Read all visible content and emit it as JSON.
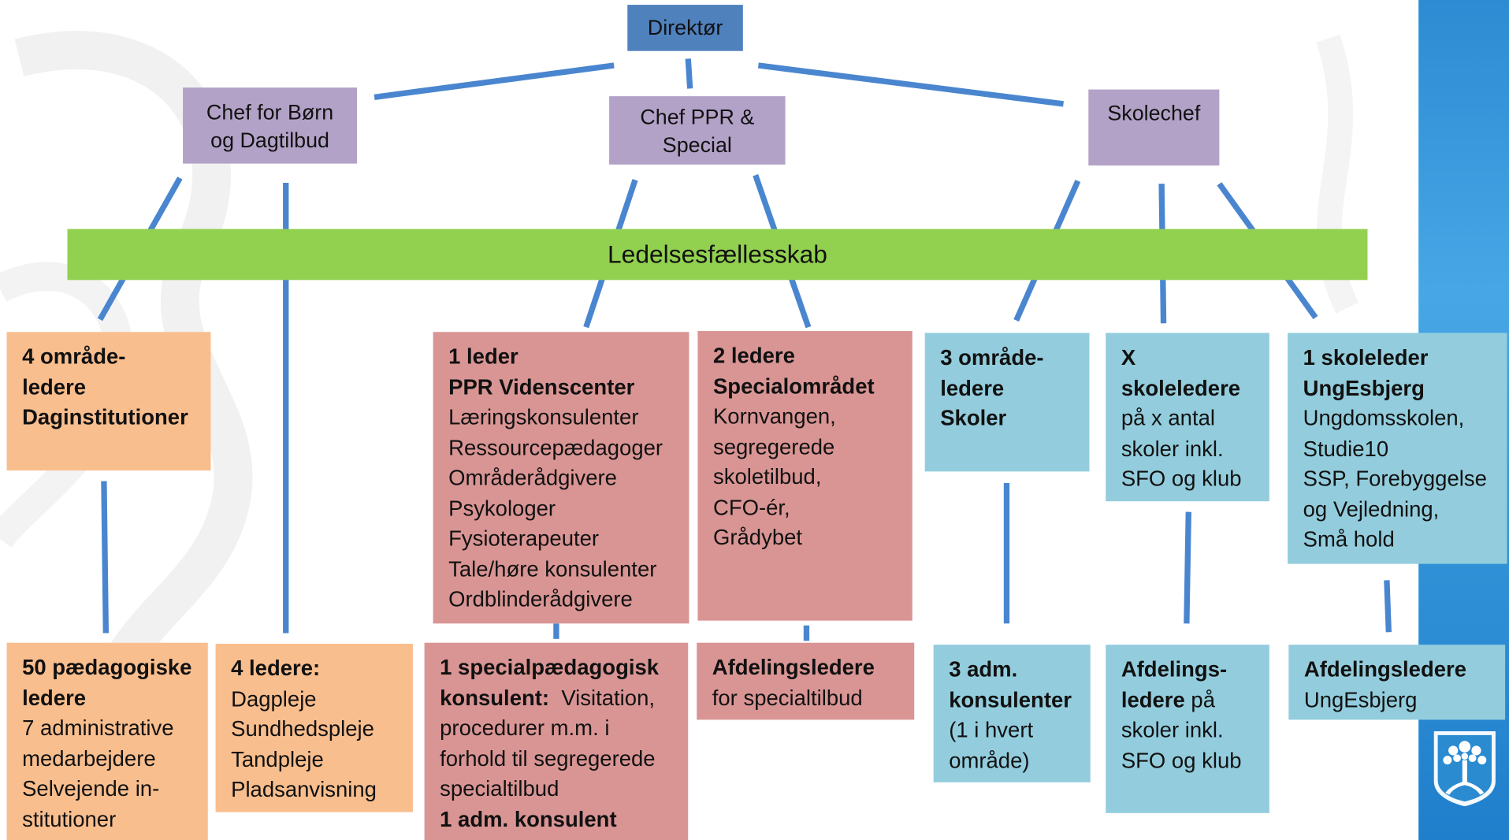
{
  "colors": {
    "director": "#4f81bd",
    "chief": "#b3a2c7",
    "community": "#92d050",
    "children": "#f9be8e",
    "special": "#d99594",
    "school": "#93cddd",
    "connector": "#4a86cf"
  },
  "top": {
    "director": "Direktør"
  },
  "chiefs": {
    "children": [
      "Chef for Børn",
      "og Dagtilbud"
    ],
    "ppr": [
      "Chef PPR &",
      "Special"
    ],
    "school": [
      "Skolechef"
    ]
  },
  "community": {
    "label": "Ledelsesfællesskab"
  },
  "middle": {
    "omraade_dag": {
      "bold": [
        "4 område-",
        "ledere",
        "Daginstitutioner"
      ]
    },
    "ppr": {
      "bold": [
        "1 leder",
        "PPR Videnscenter"
      ],
      "items": [
        "Læringskonsulenter",
        "Ressourcepædagoger",
        "Områderådgivere",
        "Psykologer",
        "Fysioterapeuter",
        "Tale/høre konsulenter",
        "Ordblinderådgivere"
      ]
    },
    "special": {
      "bold": [
        "2 ledere",
        "Specialområdet"
      ],
      "items": [
        "Kornvangen,",
        "segregerede",
        "skoletilbud,",
        "CFO-ér,",
        "Grådybet"
      ]
    },
    "skoler": {
      "bold": [
        "3 område-",
        "ledere",
        "Skoler"
      ]
    },
    "skoleledere": {
      "bold": [
        "X",
        "skoleledere"
      ],
      "items": [
        "på x antal",
        "skoler inkl.",
        "SFO og klub"
      ]
    },
    "ung": {
      "bold": [
        "1 skoleleder",
        "UngEsbjerg"
      ],
      "items": [
        "Ungdomsskolen,",
        "Studie10",
        "SSP, Forebyggelse",
        "og Vejledning,",
        "Små hold"
      ]
    }
  },
  "bottom": {
    "paed": {
      "bold": [
        "50 pædagogiske",
        "ledere"
      ],
      "items": [
        "7 administrative",
        "medarbejdere",
        "Selvejende in-",
        "stitutioner"
      ]
    },
    "fire": {
      "bold": [
        "4 ledere:"
      ],
      "items": [
        "Dagpleje",
        "Sundhedspleje",
        "Tandpleje",
        "Pladsanvisning"
      ]
    },
    "spec_konsulent": {
      "line1_bold": "1 specialpædagogisk",
      "line2_bold": "konsulent:",
      "line2_rest": "  Visitation,",
      "items": [
        "procedurer m.m. i",
        "forhold til segregerede",
        "specialtilbud"
      ],
      "last_bold": "1 adm. konsulent"
    },
    "afd_special": {
      "bold": [
        "Afdelingsledere"
      ],
      "items": [
        "for specialtilbud"
      ]
    },
    "adm": {
      "bold": [
        "3 adm.",
        "konsulenter"
      ],
      "items": [
        "(1 i hvert",
        "område)"
      ]
    },
    "afd_skoler": {
      "line1_bold": "Afdelings-",
      "line2_bold": "ledere",
      "line2_rest": " på",
      "items": [
        "skoler inkl.",
        "SFO og klub"
      ]
    },
    "afd_ung": {
      "bold": [
        "Afdelingsledere"
      ],
      "items": [
        "UngEsbjerg"
      ]
    }
  }
}
